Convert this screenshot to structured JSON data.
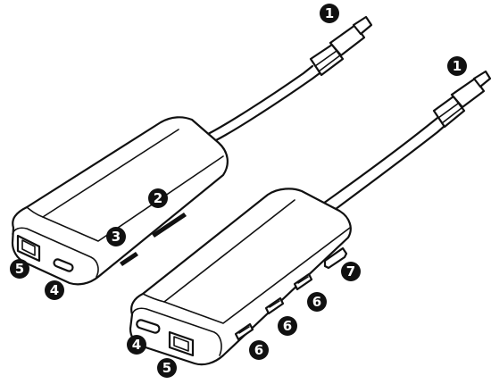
{
  "colors": {
    "line": "#111111",
    "background": "#ffffff",
    "callout_bg": "#111111",
    "callout_text": "#ffffff"
  },
  "callouts": {
    "hub_a_connector": "1",
    "hub_b_connector": "1",
    "hub_a_port_2": "2",
    "hub_a_port_3": "3",
    "hub_a_port_4": "4",
    "hub_a_port_5": "5",
    "hub_b_port_4": "4",
    "hub_b_port_5": "5",
    "hub_b_port_6a": "6",
    "hub_b_port_6b": "6",
    "hub_b_port_6c": "6",
    "hub_b_port_7": "7"
  }
}
